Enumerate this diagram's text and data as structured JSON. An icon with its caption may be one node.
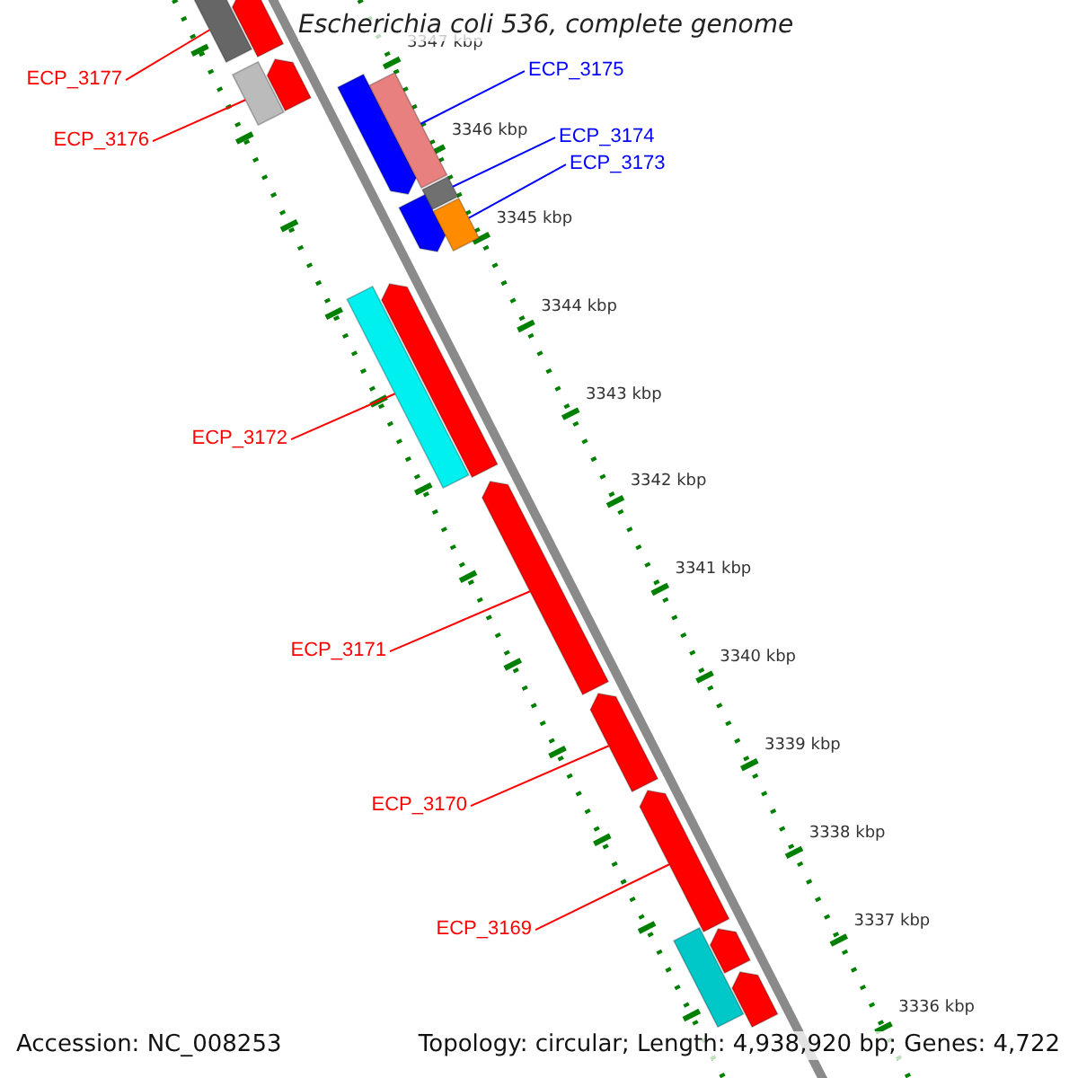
{
  "diagram": {
    "title": "Escherichia coli 536, complete genome",
    "nodes": [
      {
        "text": [
          "ECP_3177"
        ]
      },
      {
        "text": [
          "ECP_3176"
        ]
      },
      {
        "text": [
          "ECP_3175"
        ]
      },
      {
        "text": [
          "ECP_3174"
        ]
      },
      {
        "text": [
          "ECP_3173"
        ]
      },
      {
        "text": [
          "ECP_3172"
        ]
      },
      {
        "text": [
          "ECP_3171"
        ]
      },
      {
        "text": [
          "ECP_3170"
        ]
      },
      {
        "text": [
          "ECP_3169"
        ]
      },
      {
        "text": [],
        "shape": "bar"
      },
      {
        "text": [],
        "shape": "arrow"
      },
      {
        "text": [],
        "shape": "arrow"
      },
      {
        "text": [],
        "shape": "bar"
      },
      {
        "text": [],
        "shape": "arrow"
      },
      {
        "text": [],
        "shape": "bar"
      },
      {
        "text": [],
        "shape": "bar"
      },
      {
        "text": [],
        "shape": "arrow"
      },
      {
        "text": [],
        "shape": "bar"
      },
      {
        "text": [],
        "shape": "bar"
      },
      {
        "text": [],
        "shape": "arrow"
      },
      {
        "text": [],
        "shape": "arrow"
      },
      {
        "text": [],
        "shape": "arrow"
      },
      {
        "text": [],
        "shape": "arrow"
      },
      {
        "text": [],
        "shape": "arrow"
      },
      {
        "text": [],
        "shape": "bar"
      },
      {
        "text": [],
        "shape": "arrow"
      }
    ],
    "edges": [
      {
        "from": 0,
        "to": 9,
        "arrow": "none"
      },
      {
        "from": 1,
        "to": 12,
        "arrow": "none"
      },
      {
        "from": 2,
        "to": 14,
        "arrow": "none",
        "color": "#0000ff"
      },
      {
        "from": 3,
        "to": 15,
        "arrow": "none",
        "color": "#0000ff"
      },
      {
        "from": 4,
        "to": 17,
        "arrow": "none",
        "color": "#0000ff"
      },
      {
        "from": 5,
        "to": 18,
        "arrow": "none"
      },
      {
        "from": 6,
        "to": 20,
        "arrow": "none"
      },
      {
        "from": 7,
        "to": 21,
        "arrow": "none"
      },
      {
        "from": 8,
        "to": 22,
        "arrow": "none"
      }
    ],
    "labels": [
      "3347 kbp",
      "3346 kbp",
      "3345 kbp",
      "3344 kbp",
      "3343 kbp",
      "3342 kbp",
      "3341 kbp",
      "3340 kbp",
      "3339 kbp",
      "3338 kbp",
      "3337 kbp",
      "3336 kbp",
      "Accession: NC_008253",
      "Topology: circular; Length: 4,938,920 bp; Genes: 4,722"
    ]
  }
}
